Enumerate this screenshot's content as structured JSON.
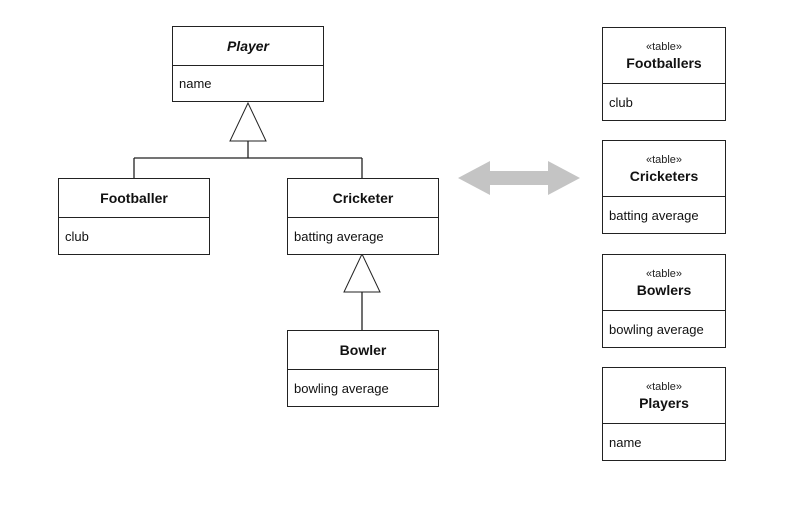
{
  "classes": {
    "player": {
      "name": "Player",
      "attribute": "name"
    },
    "footballer": {
      "name": "Footballer",
      "attribute": "club"
    },
    "cricketer": {
      "name": "Cricketer",
      "attribute": "batting average"
    },
    "bowler": {
      "name": "Bowler",
      "attribute": "bowling average"
    }
  },
  "tables": [
    {
      "stereotype": "«table»",
      "name": "Footballers",
      "column": "club"
    },
    {
      "stereotype": "«table»",
      "name": "Cricketers",
      "column": "batting average"
    },
    {
      "stereotype": "«table»",
      "name": "Bowlers",
      "column": "bowling average"
    },
    {
      "stereotype": "«table»",
      "name": "Players",
      "column": "name"
    }
  ],
  "colors": {
    "line": "#222222",
    "mapping_arrow": "#c4c4c4"
  }
}
